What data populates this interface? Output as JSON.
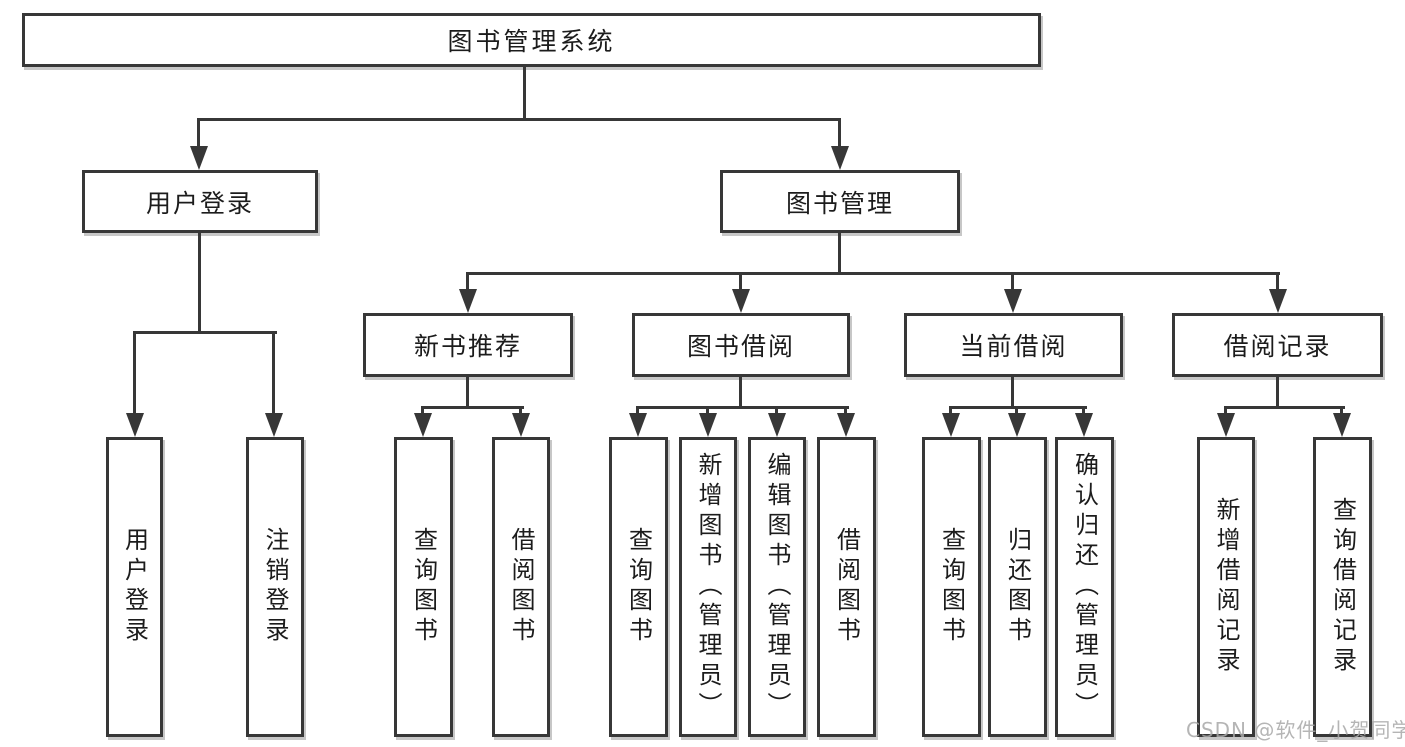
{
  "diagram": {
    "root": {
      "label": "图书管理系统"
    },
    "branches": [
      {
        "label": "用户登录",
        "children": [
          {
            "label": "用户登录"
          },
          {
            "label": "注销登录"
          }
        ]
      },
      {
        "label": "图书管理",
        "children": [
          {
            "label": "新书推荐",
            "children": [
              {
                "label": "查询图书"
              },
              {
                "label": "借阅图书"
              }
            ]
          },
          {
            "label": "图书借阅",
            "children": [
              {
                "label": "查询图书"
              },
              {
                "label": "新增图书（管理员）"
              },
              {
                "label": "编辑图书（管理员）"
              },
              {
                "label": "借阅图书"
              }
            ]
          },
          {
            "label": "当前借阅",
            "children": [
              {
                "label": "查询图书"
              },
              {
                "label": "归还图书"
              },
              {
                "label": "确认归还（管理员）"
              }
            ]
          },
          {
            "label": "借阅记录",
            "children": [
              {
                "label": "新增借阅记录"
              },
              {
                "label": "查询借阅记录"
              }
            ]
          }
        ]
      }
    ]
  },
  "watermark": {
    "text": "CSDN @软件_小贺同学"
  },
  "colors": {
    "line": "#373737",
    "text": "#1c1c1c",
    "background": "#ffffff",
    "watermark": "#a8a8a8"
  }
}
